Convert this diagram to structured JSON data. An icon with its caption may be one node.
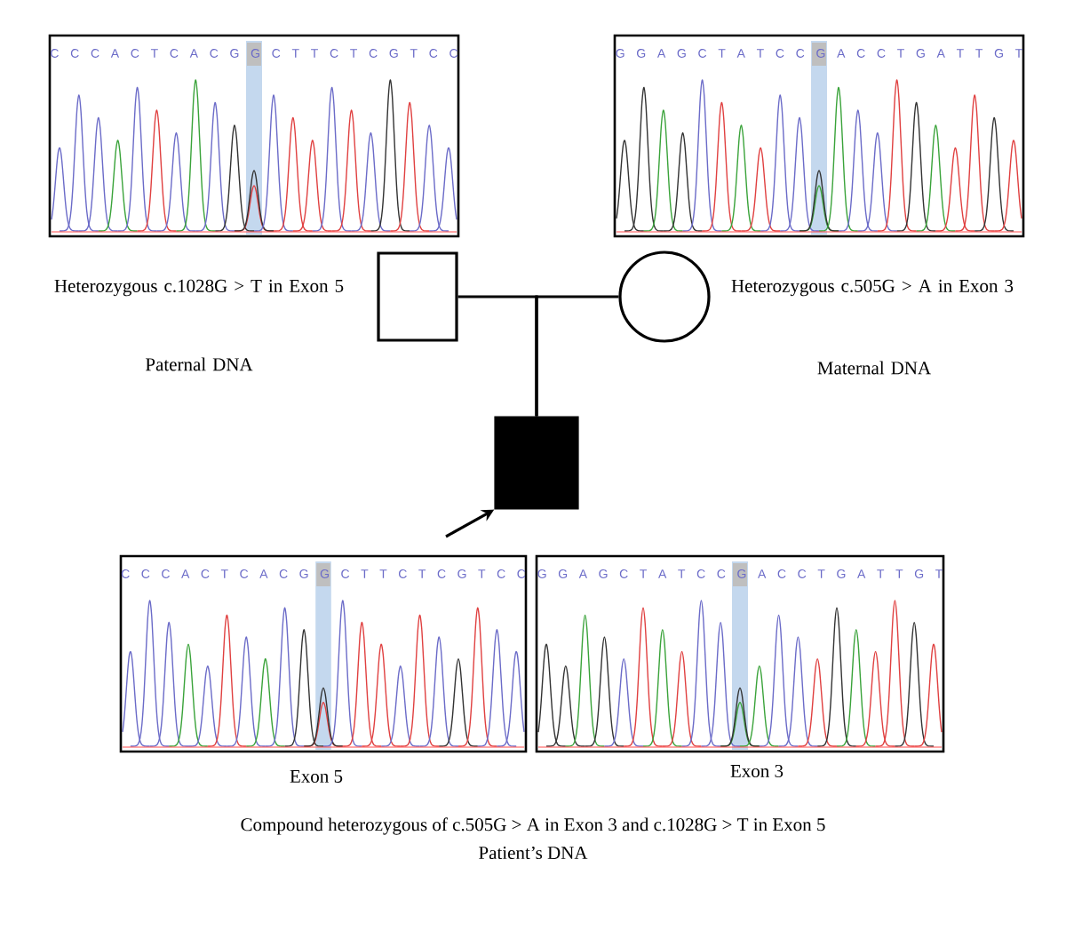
{
  "diagram": {
    "nodes": [
      {
        "text": [],
        "shape": "box",
        "beside": [
          "Heterozygous c.1028G > T in Exon 5",
          "Paternal DNA"
        ]
      },
      {
        "text": [],
        "shape": "circle",
        "beside": [
          "Heterozygous c.505G > A in Exon 3",
          "Maternal DNA"
        ]
      },
      {
        "text": [],
        "shape": "box"
      }
    ],
    "edges": [
      {
        "from": 0,
        "to": 2,
        "arrow": "none"
      },
      {
        "from": 1,
        "to": 2,
        "arrow": "none"
      },
      {
        "from": null,
        "to": 2,
        "arrow": "to"
      }
    ],
    "labels": [
      "C C C A C T C A C G G C T T C T C G T C C",
      "G G A G C T A T C C G A C C T G A T T G T",
      "C C C A C T C A C G G C T T C T C G T C C",
      "G G A G C T A T C C G A C C T G A T T G T",
      "Exon 5",
      "Exon 3",
      "Compound heterozygous of c.505G > A in Exon 3 and c.1028G > T in Exon 5",
      "Patient’s DNA"
    ]
  }
}
